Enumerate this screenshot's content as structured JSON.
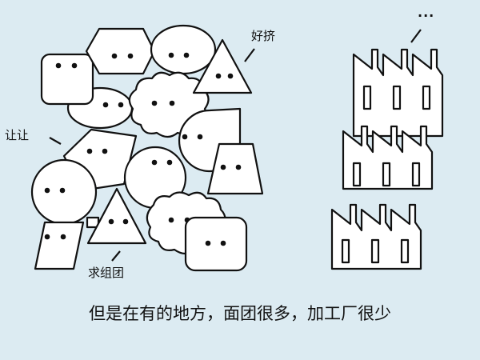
{
  "labels": {
    "jam": "好挤",
    "give_way": "让让",
    "group": "求组团",
    "ellipsis": "..."
  },
  "caption": "但是在有的地方，面团很多，加工厂很少",
  "colors": {
    "background": "#dcebf2",
    "stroke": "#111111",
    "fill": "#ffffff"
  },
  "icons": [
    "dough-shape",
    "factory-icon"
  ]
}
